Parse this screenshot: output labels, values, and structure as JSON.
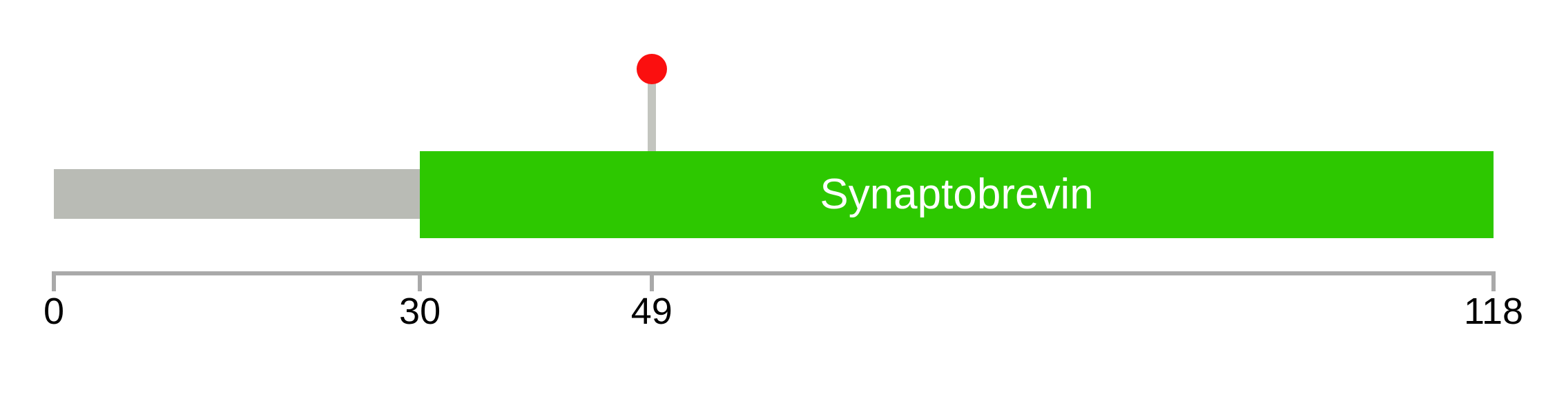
{
  "figure": {
    "kind": "protein-domain-lollipop-plot",
    "background_color": "#ffffff"
  },
  "chart_data": {
    "type": "lollipop",
    "title": "",
    "xlabel": "",
    "ylabel": "",
    "axis": {
      "min": 0,
      "max": 118,
      "ticks": [
        0,
        30,
        49,
        118
      ],
      "line_color": "#a9a9a9",
      "label_color": "#000000"
    },
    "protein": {
      "start": 0,
      "end": 118,
      "backbone_color": "#b9bbb5"
    },
    "domains": [
      {
        "label": "Synaptobrevin",
        "start": 30,
        "end": 118,
        "fill_color": "#2dc800",
        "label_color": "#ffffff"
      }
    ],
    "mutations": [
      {
        "position": 49,
        "marker_color": "#fb0f0f",
        "stem_color": "#c3c5bf"
      }
    ],
    "legend": null,
    "grid": false
  }
}
